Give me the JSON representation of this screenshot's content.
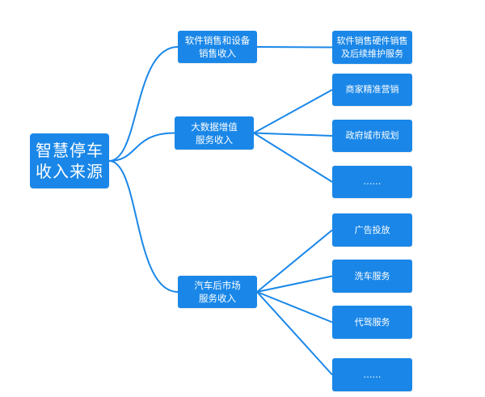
{
  "colors": {
    "node": "#1a87e8",
    "connector": "#1a87e8"
  },
  "root": {
    "label": "智慧停车\n收入来源"
  },
  "branches": [
    {
      "label": "软件销售和设备\n销售收入",
      "children": [
        {
          "label": "软件销售硬件销售\n及后续维护服务"
        }
      ]
    },
    {
      "label": "大数据增值\n服务收入",
      "children": [
        {
          "label": "商家精准营销"
        },
        {
          "label": "政府城市规划"
        },
        {
          "label": "……"
        }
      ]
    },
    {
      "label": "汽车后市场\n服务收入",
      "children": [
        {
          "label": "广告投放"
        },
        {
          "label": "洗车服务"
        },
        {
          "label": "代驾服务"
        },
        {
          "label": "……"
        }
      ]
    }
  ]
}
